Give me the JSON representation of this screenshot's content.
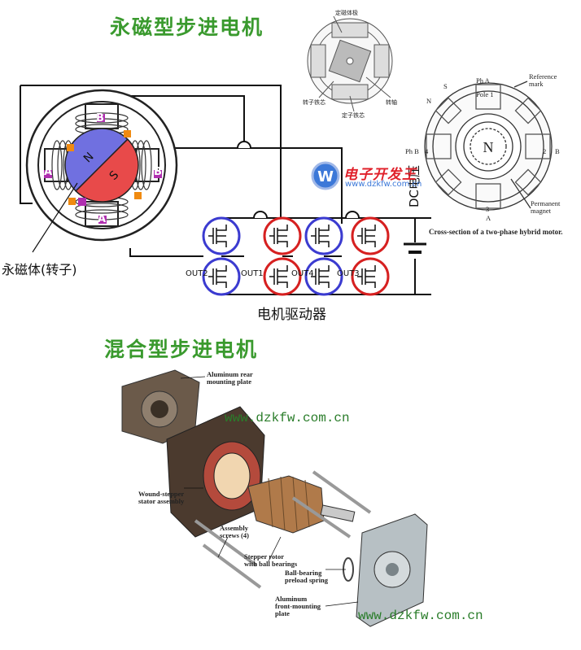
{
  "titles": {
    "pm_motor": "永磁型步进电机",
    "hybrid_motor": "混合型步进电机"
  },
  "pm_diagram": {
    "rotor_label": "永磁体(转子)",
    "rotor_n": "N",
    "rotor_s": "S",
    "coil_labels": [
      "B",
      "A",
      "B",
      "A"
    ],
    "driver_label": "电机驱动器",
    "dc_label": "DC电压",
    "outputs": [
      "OUT2",
      "OUT1",
      "OUT4",
      "OUT3"
    ],
    "colors": {
      "north": "#7070e0",
      "south": "#e84a4a",
      "blue_ring": "#3b3bd0",
      "red_ring": "#d62020",
      "pad_purple": "#b02fb0",
      "pad_orange": "#f08a10"
    }
  },
  "thumb_diagram": {
    "top_label": "定磁体极",
    "left_label": "转子铁芯",
    "right_label": "转轴",
    "bottom_label": "定子铁芯"
  },
  "hybrid_section": {
    "ph_a": "Ph A",
    "reference_mark": "Reference mark",
    "pole_1": "Pole 1",
    "s_label": "S",
    "n_label": "N",
    "ph_b": "Ph B",
    "num_4": "4",
    "num_2": "2",
    "b_right": "B",
    "num_3": "3",
    "a_bottom": "A",
    "permanent_magnet": "Permanent magnet",
    "caption": "Cross-section of a two-phase hybrid motor."
  },
  "logo": {
    "text": "电子开发王",
    "url": "www.dzkfw.com.cn"
  },
  "exploded_view": {
    "rear_plate": "Aluminum rear mounting plate",
    "stator": "Wound-stepper stator assembly",
    "screws": "Assembly screws (4)",
    "rotor": "Stepper rotor with ball bearings",
    "spring": "Ball-bearing preload spring",
    "front_plate": "Aluminum front-mounting plate"
  },
  "watermarks": [
    "www.dzkfw.com.cn",
    "www.dzkfw.com.cn"
  ]
}
